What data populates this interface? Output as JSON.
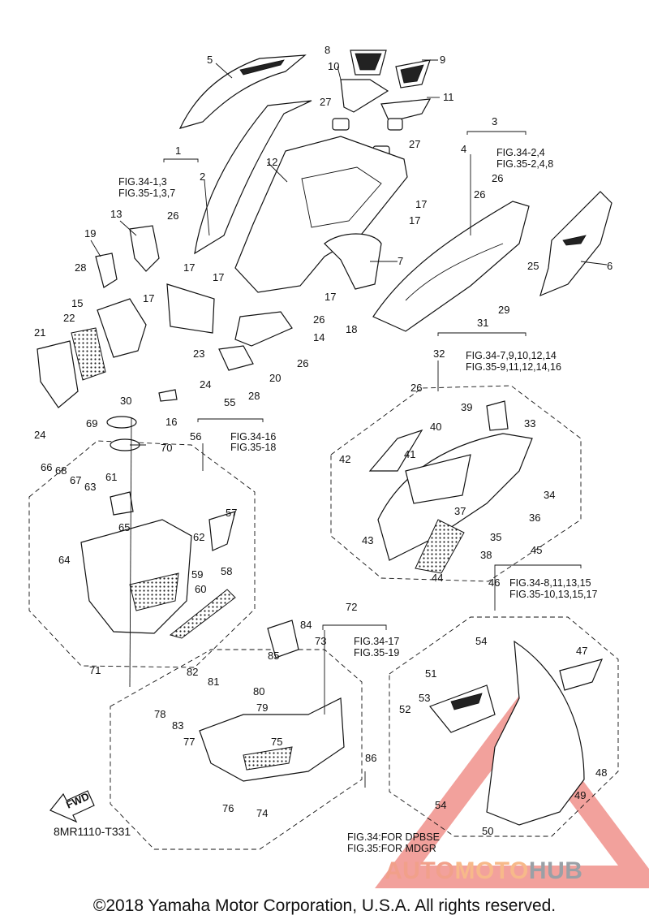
{
  "diagram_code": "8MR1110-T331",
  "fwd_label": "FWD",
  "figure_notes": [
    {
      "fig": "FIG.34",
      "text": "FOR DPBSE"
    },
    {
      "fig": "FIG.35",
      "text": "FOR MDGR"
    }
  ],
  "copyright": "©2018 Yamaha Motor Corporation, U.S.A. All rights reserved.",
  "watermark": {
    "part1": "AUTO",
    "part2": "MOTO",
    "part3": "HUB"
  },
  "watermark_colors": {
    "red": "#e8534a",
    "orange": "#f5a25d",
    "gray": "#8c8f93"
  },
  "group_refs": {
    "g1": [
      "FIG.34-1,3",
      "FIG.35-1,3,7"
    ],
    "g3": [
      "FIG.34-2,4",
      "FIG.35-2,4,8"
    ],
    "g31": [
      "FIG.34-7,9,10,12,14",
      "FIG.35-9,11,12,14,16"
    ],
    "g55": [
      "FIG.34-16",
      "FIG.35-18"
    ],
    "g45": [
      "FIG.34-8,11,13,15",
      "FIG.35-10,13,15,17"
    ],
    "g72": [
      "FIG.34-17",
      "FIG.35-19"
    ]
  },
  "callouts": {
    "n1": "1",
    "n2": "2",
    "n3": "3",
    "n4": "4",
    "n5": "5",
    "n6": "6",
    "n7": "7",
    "n8": "8",
    "n9": "9",
    "n10": "10",
    "n11": "11",
    "n12": "12",
    "n13": "13",
    "n14": "14",
    "n15": "15",
    "n16": "16",
    "n17": "17",
    "n18": "18",
    "n19": "19",
    "n20": "20",
    "n21": "21",
    "n22": "22",
    "n23": "23",
    "n24": "24",
    "n25": "25",
    "n26": "26",
    "n27": "27",
    "n28": "28",
    "n29": "29",
    "n30": "30",
    "n31": "31",
    "n32": "32",
    "n33": "33",
    "n34": "34",
    "n35": "35",
    "n36": "36",
    "n37": "37",
    "n38": "38",
    "n39": "39",
    "n40": "40",
    "n41": "41",
    "n42": "42",
    "n43": "43",
    "n44": "44",
    "n45": "45",
    "n46": "46",
    "n47": "47",
    "n48": "48",
    "n49": "49",
    "n50": "50",
    "n51": "51",
    "n52": "52",
    "n53": "53",
    "n54": "54",
    "n55": "55",
    "n56": "56",
    "n57": "57",
    "n58": "58",
    "n59": "59",
    "n60": "60",
    "n61": "61",
    "n62": "62",
    "n63": "63",
    "n64": "64",
    "n65": "65",
    "n66": "66",
    "n67": "67",
    "n68": "68",
    "n69": "69",
    "n70": "70",
    "n71": "71",
    "n72": "72",
    "n73": "73",
    "n74": "74",
    "n75": "75",
    "n76": "76",
    "n77": "77",
    "n78": "78",
    "n79": "79",
    "n80": "80",
    "n81": "81",
    "n82": "82",
    "n83": "83",
    "n84": "84",
    "n85": "85",
    "n86": "86"
  }
}
